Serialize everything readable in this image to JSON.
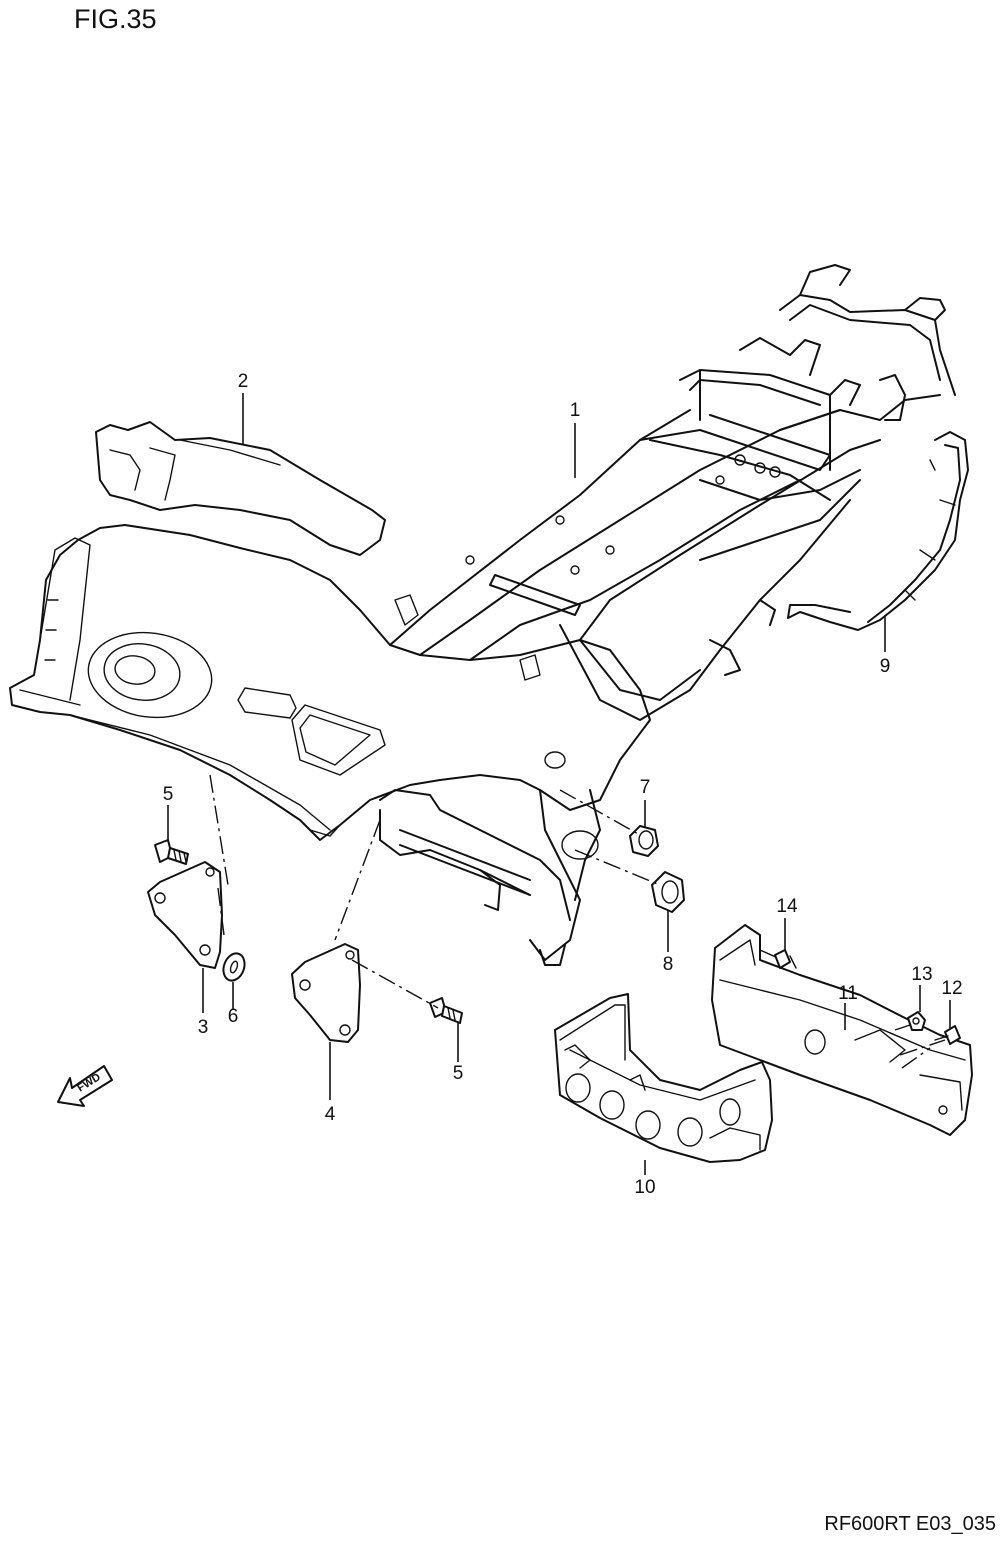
{
  "figure": {
    "title": "FIG.35",
    "code": "RF600RT E03_035"
  },
  "fwd_label": "FWD",
  "callouts": [
    {
      "id": "1",
      "label": "1"
    },
    {
      "id": "2",
      "label": "2"
    },
    {
      "id": "3",
      "label": "3"
    },
    {
      "id": "4",
      "label": "4"
    },
    {
      "id": "5a",
      "label": "5"
    },
    {
      "id": "5b",
      "label": "5"
    },
    {
      "id": "6",
      "label": "6"
    },
    {
      "id": "7",
      "label": "7"
    },
    {
      "id": "8",
      "label": "8"
    },
    {
      "id": "9",
      "label": "9"
    },
    {
      "id": "10",
      "label": "10"
    },
    {
      "id": "11",
      "label": "11"
    },
    {
      "id": "12",
      "label": "12"
    },
    {
      "id": "13",
      "label": "13"
    },
    {
      "id": "14",
      "label": "14"
    }
  ]
}
